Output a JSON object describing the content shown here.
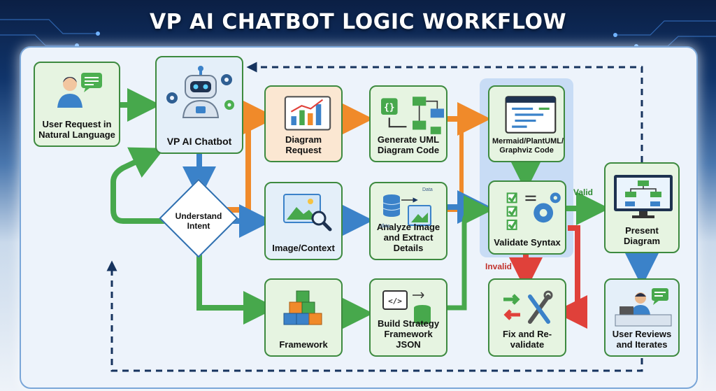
{
  "title": "VP AI CHATBOT LOGIC WORKFLOW",
  "nodes": {
    "user_request": "User Request in Natural Language",
    "chatbot": "VP AI Chatbot",
    "understand": "Understand Intent",
    "diagram_request": "Diagram Request",
    "image_context": "Image/Context",
    "framework": "Framework",
    "generate_uml": "Generate UML Diagram Code",
    "analyze_image": "Analyze Image and Extract Details",
    "build_strategy": "Build Strategy Framework JSON",
    "code_formats": "Mermaid/PlantUML/ Graphviz Code",
    "validate": "Validate Syntax",
    "fix": "Fix and Re-validate",
    "present": "Present Diagram",
    "user_reviews": "User Reviews and Iterates"
  },
  "edge_labels": {
    "valid": "Valid",
    "invalid": "Invalid"
  },
  "icon_text": {
    "data_top": "Data",
    "data_bottom": "dbta"
  },
  "colors": {
    "green": "#47a84c",
    "blue": "#3b82c9",
    "orange": "#f08a2a",
    "red": "#e0413a",
    "navy": "#16335e",
    "node_border": "#3d8a3f"
  },
  "icons": [
    "person-icon",
    "chat-bubble-icon",
    "robot-icon",
    "gear-icon",
    "chart-icon",
    "flowchart-icon",
    "code-file-icon",
    "checklist-icon",
    "picture-icon",
    "magnifier-icon",
    "database-icon",
    "cubes-icon",
    "tools-icon",
    "monitor-icon",
    "user-desk-icon"
  ]
}
